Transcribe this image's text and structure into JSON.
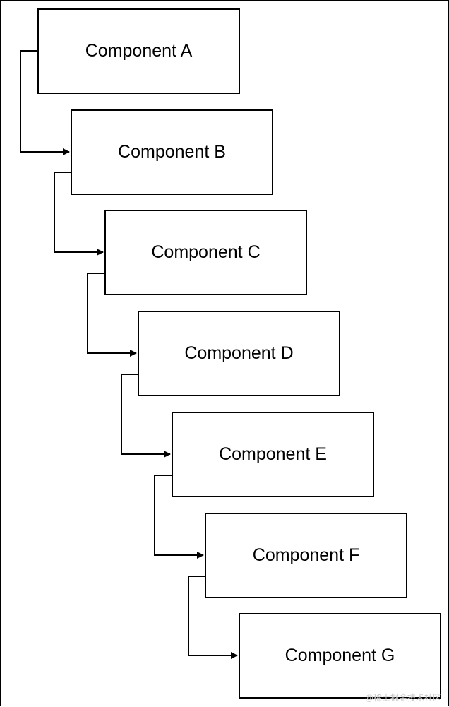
{
  "nodes": [
    {
      "label": "Component A"
    },
    {
      "label": "Component B"
    },
    {
      "label": "Component C"
    },
    {
      "label": "Component D"
    },
    {
      "label": "Component E"
    },
    {
      "label": "Component F"
    },
    {
      "label": "Component G"
    }
  ],
  "edges": [
    {
      "from": "Component A",
      "to": "Component B"
    },
    {
      "from": "Component B",
      "to": "Component C"
    },
    {
      "from": "Component C",
      "to": "Component D"
    },
    {
      "from": "Component D",
      "to": "Component E"
    },
    {
      "from": "Component E",
      "to": "Component F"
    },
    {
      "from": "Component F",
      "to": "Component G"
    }
  ],
  "colors": {
    "stroke": "#000000",
    "background": "#ffffff"
  },
  "watermark": "@稀土掘金技术社区"
}
